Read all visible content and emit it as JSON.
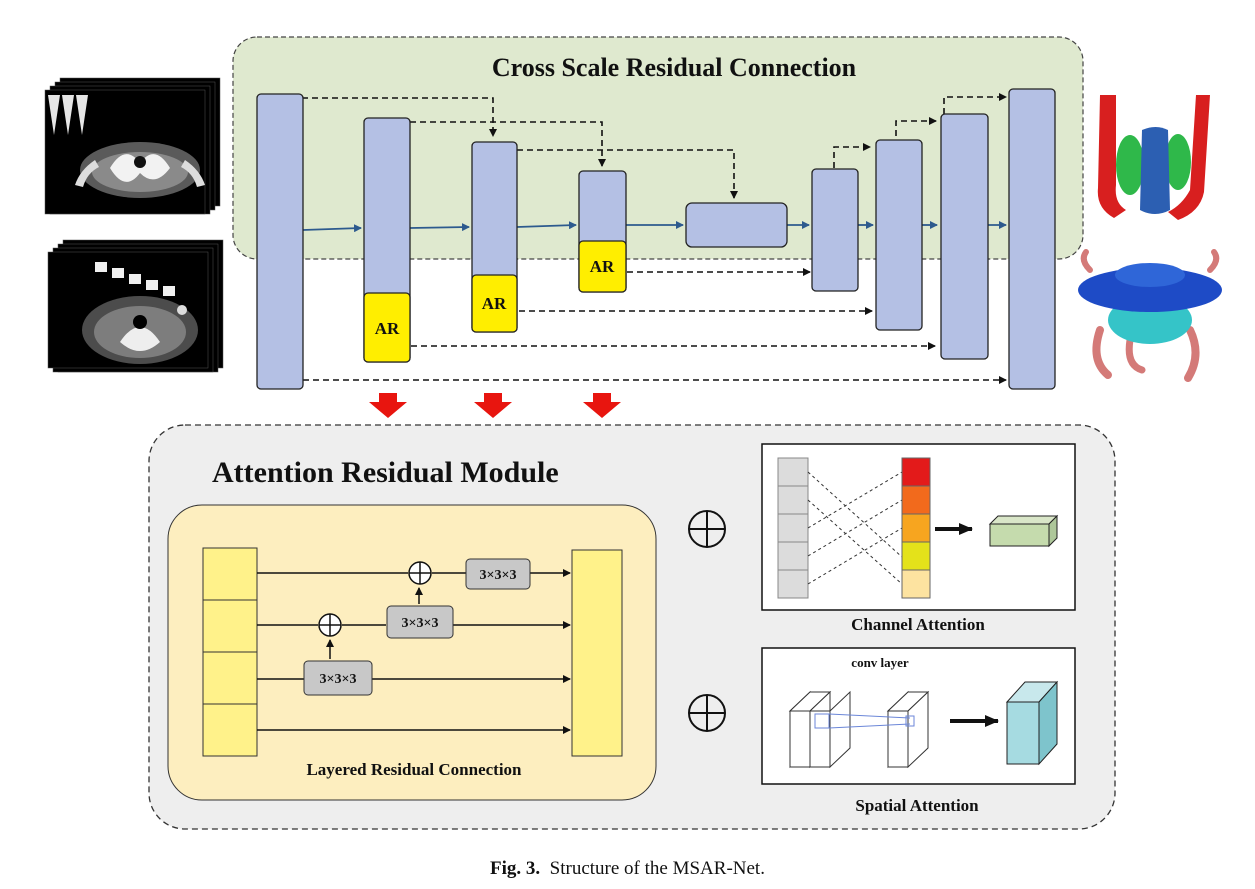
{
  "top_panel": {
    "title": "Cross Scale Residual Connection"
  },
  "ar_label": "AR",
  "ar_blocks": [
    "AR",
    "AR",
    "AR"
  ],
  "bottom_panel": {
    "title": "Attention Residual Module"
  },
  "layered": {
    "title": "Layered Residual Connection",
    "conv_labels": [
      "3×3×3",
      "3×3×3",
      "3×3×3"
    ]
  },
  "channel_attention": {
    "title": "Channel Attention"
  },
  "spatial_attention": {
    "title": "Spatial Attention",
    "layer_label": "conv layer"
  },
  "caption": {
    "prefix": "Fig. 3.",
    "text": "Structure of the MSAR-Net."
  },
  "colors": {
    "top_bg": "#dfe9cf",
    "block": "#b4c0e4",
    "ar": "#ffee00",
    "bottom_bg": "#eeeeee",
    "layered_bg": "#fdeebf",
    "red_arrow": "#e8150f",
    "arrow_blue": "#2d5a8e"
  }
}
